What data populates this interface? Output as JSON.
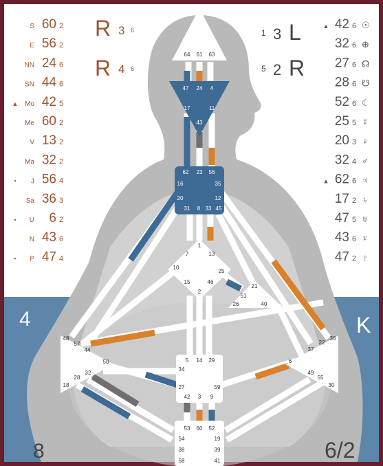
{
  "colors": {
    "background": "#ffffff",
    "blue_panel": "#5d86aa",
    "silhouette_light": "#d7d7d7",
    "silhouette_mid": "#b9b9b9",
    "channel_white": "#ffffff",
    "defined_blue": "#3e6a96",
    "orange": "#d9822b",
    "gray_active": "#6f6f6f",
    "design_text": "#a0552e",
    "personality_text": "#555555",
    "frame": "#6a1f2e"
  },
  "design_column": [
    {
      "planet": "S",
      "gate": "60",
      "line": "2",
      "mark": ""
    },
    {
      "planet": "E",
      "gate": "56",
      "line": "2",
      "mark": ""
    },
    {
      "planet": "NN",
      "gate": "24",
      "line": "6",
      "mark": ""
    },
    {
      "planet": "SN",
      "gate": "44",
      "line": "6",
      "mark": ""
    },
    {
      "planet": "Mo",
      "gate": "42",
      "line": "5",
      "mark": "▲"
    },
    {
      "planet": "Me",
      "gate": "60",
      "line": "2",
      "mark": ""
    },
    {
      "planet": "V",
      "gate": "13",
      "line": "2",
      "mark": ""
    },
    {
      "planet": "Ma",
      "gate": "32",
      "line": "2",
      "mark": ""
    },
    {
      "planet": "J",
      "gate": "56",
      "line": "4",
      "mark": "•"
    },
    {
      "planet": "Sa",
      "gate": "36",
      "line": "3",
      "mark": ""
    },
    {
      "planet": "U",
      "gate": "6",
      "line": "2",
      "mark": "•"
    },
    {
      "planet": "N",
      "gate": "43",
      "line": "6",
      "mark": ""
    },
    {
      "planet": "P",
      "gate": "47",
      "line": "4",
      "mark": "•"
    }
  ],
  "personality_column": [
    {
      "gate": "42",
      "line": "6",
      "symbol": "☉",
      "mark": "▲"
    },
    {
      "gate": "32",
      "line": "6",
      "symbol": "⊕",
      "mark": ""
    },
    {
      "gate": "27",
      "line": "6",
      "symbol": "☊",
      "mark": ""
    },
    {
      "gate": "28",
      "line": "6",
      "symbol": "☋",
      "mark": ""
    },
    {
      "gate": "52",
      "line": "6",
      "symbol": "☾",
      "mark": ""
    },
    {
      "gate": "25",
      "line": "5",
      "symbol": "☿",
      "mark": ""
    },
    {
      "gate": "20",
      "line": "3",
      "symbol": "♀",
      "mark": ""
    },
    {
      "gate": "32",
      "line": "4",
      "symbol": "♂",
      "mark": ""
    },
    {
      "gate": "62",
      "line": "6",
      "symbol": "♃",
      "mark": "▲"
    },
    {
      "gate": "17",
      "line": "2",
      "symbol": "♄",
      "mark": ""
    },
    {
      "gate": "47",
      "line": "5",
      "symbol": "♅",
      "mark": ""
    },
    {
      "gate": "43",
      "line": "6",
      "symbol": "♆",
      "mark": ""
    },
    {
      "gate": "47",
      "line": "2",
      "symbol": "♇",
      "mark": ""
    }
  ],
  "variables": {
    "left_top": {
      "letter": "R",
      "num": "3",
      "sub": "6"
    },
    "left_bottom": {
      "letter": "R",
      "num": "4",
      "sub": "6"
    },
    "right_top": {
      "pre": "1",
      "num": "3",
      "letter": "L"
    },
    "right_bottom": {
      "pre": "5",
      "num": "2",
      "letter": "R"
    }
  },
  "corners": {
    "left_panel": "4",
    "right_panel": "K",
    "bottom_left": "8",
    "bottom_right": "6/2"
  },
  "centers": {
    "head": [
      "64",
      "61",
      "63"
    ],
    "ajna": [
      "47",
      "24",
      "4",
      "17",
      "11",
      "43"
    ],
    "throat": [
      "62",
      "23",
      "56",
      "16",
      "35",
      "20",
      "12",
      "31",
      "8",
      "33",
      "45"
    ],
    "g": [
      "1",
      "7",
      "13",
      "10",
      "15",
      "2",
      "46",
      "25"
    ],
    "heart": [
      "21",
      "51",
      "26",
      "40"
    ],
    "spleen": [
      "48",
      "57",
      "44",
      "50",
      "32",
      "28",
      "18"
    ],
    "sacral": [
      "5",
      "14",
      "29",
      "34",
      "27",
      "59",
      "42",
      "3",
      "9"
    ],
    "solar_plexus": [
      "36",
      "22",
      "37",
      "6",
      "49",
      "55",
      "30"
    ],
    "root": [
      "53",
      "60",
      "52",
      "54",
      "19",
      "38",
      "39",
      "58",
      "41"
    ]
  }
}
